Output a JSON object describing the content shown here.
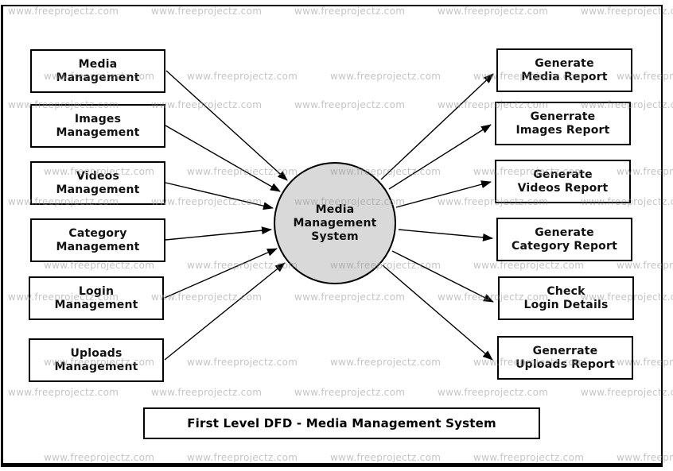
{
  "diagram": {
    "title": "First Level DFD - Media Management System",
    "process": {
      "label": "Media\nManagement\nSystem",
      "fill": "#d9d9d9"
    },
    "left_entities": [
      {
        "label": "Media\nManagement"
      },
      {
        "label": "Images\nManagement"
      },
      {
        "label": "Videos\nManagement"
      },
      {
        "label": "Category\nManagement"
      },
      {
        "label": "Login\nManagement"
      },
      {
        "label": "Uploads\nManagement"
      }
    ],
    "right_entities": [
      {
        "label": "Generate\nMedia Report"
      },
      {
        "label": "Generrate\nImages Report"
      },
      {
        "label": "Generate\nVideos Report"
      },
      {
        "label": "Generate\nCategory Report"
      },
      {
        "label": "Check\nLogin Details"
      },
      {
        "label": "Generrate\nUploads Report"
      }
    ],
    "flows": [
      {
        "from": "Media Management",
        "to": "Media Management System"
      },
      {
        "from": "Images Management",
        "to": "Media Management System"
      },
      {
        "from": "Videos Management",
        "to": "Media Management System"
      },
      {
        "from": "Category Management",
        "to": "Media Management System"
      },
      {
        "from": "Login Management",
        "to": "Media Management System"
      },
      {
        "from": "Uploads Management",
        "to": "Media Management System"
      },
      {
        "from": "Media Management System",
        "to": "Generate Media Report"
      },
      {
        "from": "Media Management System",
        "to": "Generrate Images Report"
      },
      {
        "from": "Media Management System",
        "to": "Generate Videos Report"
      },
      {
        "from": "Media Management System",
        "to": "Generate Category Report"
      },
      {
        "from": "Media Management System",
        "to": "Check Login Details"
      },
      {
        "from": "Media Management System",
        "to": "Generrate Uploads Report"
      }
    ]
  },
  "watermark": {
    "text": "www.freeprojectz.com"
  },
  "colors": {
    "line": "#000000",
    "process_fill": "#d9d9d9",
    "background": "#ffffff",
    "watermark": "#c9c9c9"
  }
}
